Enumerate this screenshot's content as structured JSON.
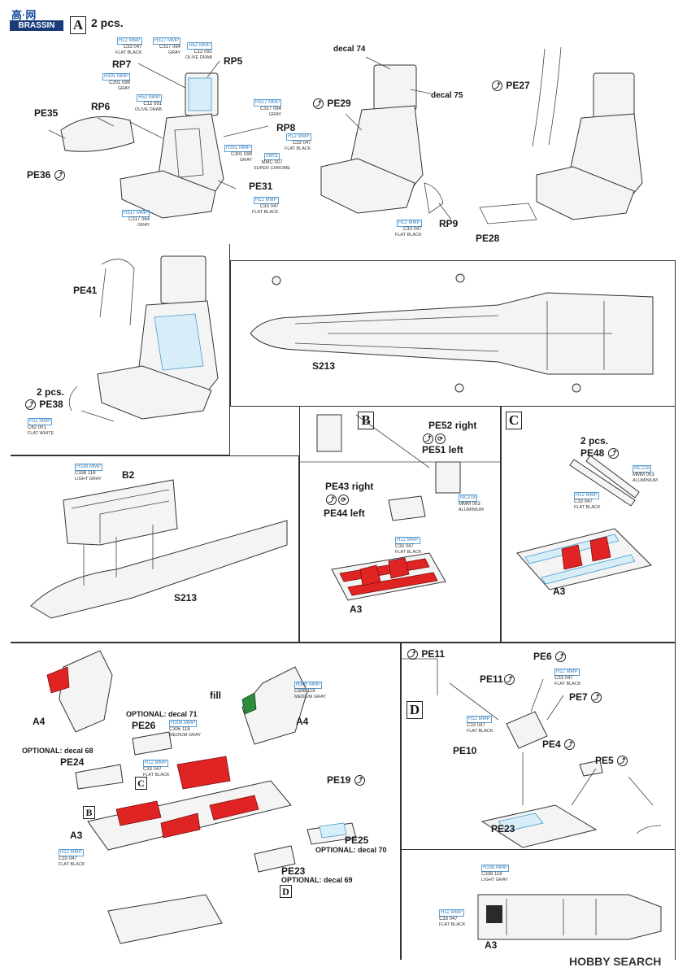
{
  "logo": {
    "site": "高·网",
    "brand": "BRASSIN"
  },
  "watermark": "HOBBY SEARCH",
  "steps": {
    "a": "A",
    "b": "B",
    "c": "C",
    "d": "D"
  },
  "step_a": {
    "qty": "2 pcs.",
    "labels": {
      "rp7": "RP7",
      "rp5": "RP5",
      "rp6": "RP6",
      "rp8": "RP8",
      "rp9": "RP9",
      "pe35": "PE35",
      "pe36": "PE36",
      "pe31": "PE31",
      "pe29": "PE29",
      "pe27": "PE27",
      "pe28": "PE28",
      "decal74": "decal 74",
      "decal75": "decal 75"
    },
    "paints": {
      "p1": {
        "a": "H12 MMP",
        "b": "C33  047",
        "c": "FLAT BLACK"
      },
      "p2": {
        "a": "H317 MMP",
        "b": "C317  064",
        "c": "GRAY"
      },
      "p3": {
        "a": "H52  MMP",
        "b": "C12  091",
        "c": "OLIVE DRAB"
      },
      "p4": {
        "a": "H301 MMP",
        "b": "C301  099",
        "c": "GRAY"
      },
      "p5": {
        "a": "H52 MMP",
        "b": "C12  091",
        "c": "OLIVE DRAB"
      },
      "p6": {
        "a": "H317 MMP",
        "b": "C317  064",
        "c": "GRAY"
      },
      "p7": {
        "a": "H12 MMP",
        "b": "C33  047",
        "c": "FLAT BLACK"
      },
      "p8": {
        "a": "H301 MMP",
        "b": "C301  099",
        "c": "GRAY"
      },
      "p9": {
        "a": "SM01",
        "b": "MMC 007",
        "c": "SUPER CHROME"
      },
      "p10": {
        "a": "H12 MMP",
        "b": "C33  047",
        "c": "FLAT BLACK"
      },
      "p11": {
        "a": "H317 MMP",
        "b": "C317  064",
        "c": "GRAY"
      },
      "p12": {
        "a": "H12 MMP",
        "b": "C33  047",
        "c": "FLAT BLACK"
      }
    }
  },
  "step_a2": {
    "pe41": "PE41",
    "qty": "2 pcs.",
    "pe38": "PE38",
    "paint": {
      "a": "H11 MMP",
      "b": "C62  001",
      "c": "FLAT WHITE"
    }
  },
  "fuselage": {
    "s213": "S213"
  },
  "step_b_pre": {
    "b2": "B2",
    "s213": "S213",
    "paint": {
      "a": "H338 MMP",
      "b": "C338  118",
      "c": "LIGHT GRAY"
    }
  },
  "step_b": {
    "pe52": "PE52 right",
    "pe51": "PE51 left",
    "pe43": "PE43 right",
    "pe44": "PE44 left",
    "a3": "A3",
    "paint1": {
      "a": "MC218",
      "b": "MMM 003",
      "c": "ALUMINIUM"
    },
    "paint2": {
      "a": "H12 MMP",
      "b": "C33  047",
      "c": "FLAT BLACK"
    }
  },
  "step_c": {
    "qty": "2 pcs.",
    "pe48": "PE48",
    "a3": "A3",
    "paint1": {
      "a": "MC218",
      "b": "MMM 003",
      "c": "ALUMINIUM"
    },
    "paint2": {
      "a": "H12 MMP",
      "b": "C33  047",
      "c": "FLAT BLACK"
    }
  },
  "assembly": {
    "a4_left": "A4",
    "a4_right": "A4",
    "fill": "fill",
    "opt71": "OPTIONAL: decal 71",
    "pe26": "PE26",
    "opt68": "OPTIONAL: decal 68",
    "pe24": "PE24",
    "a3": "A3",
    "pe19": "PE19",
    "pe25": "PE25",
    "opt70": "OPTIONAL: decal 70",
    "pe23": "PE23",
    "opt69": "OPTIONAL: decal 69",
    "ref_c": "C",
    "ref_b": "B",
    "ref_d": "D",
    "paint1": {
      "a": "H306 MMP",
      "b": "C306  118",
      "c": "MEDIUM GRAY"
    },
    "paint2": {
      "a": "H306 MMP",
      "b": "C306  118",
      "c": "MEDIUM GRAY"
    },
    "paint3": {
      "a": "H12 MMP",
      "b": "C33  047",
      "c": "FLAT BLACK"
    },
    "paint4": {
      "a": "H12 MMP",
      "b": "C33  047",
      "c": "FLAT BLACK"
    }
  },
  "step_d": {
    "pe11a": "PE11",
    "pe11b": "PE11",
    "pe6": "PE6",
    "pe7": "PE7",
    "pe10": "PE10",
    "pe4": "PE4",
    "pe5": "PE5",
    "pe23": "PE23",
    "paint1": {
      "a": "H12 MMP",
      "b": "C33  047",
      "c": "FLAT BLACK"
    },
    "paint2": {
      "a": "H12 MMP",
      "b": "C33  047",
      "c": "FLAT BLACK"
    }
  },
  "final": {
    "a3": "A3",
    "paint1": {
      "a": "H338 MMP",
      "b": "C338  118",
      "c": "LIGHT GRAY"
    },
    "paint2": {
      "a": "H12 MMP",
      "b": "C33  047",
      "c": "FLAT BLACK"
    }
  },
  "colors": {
    "red": "#e02424",
    "blue": "#d7eef9",
    "green": "#2e8b3a",
    "paint_code": "#3a7fbf"
  }
}
